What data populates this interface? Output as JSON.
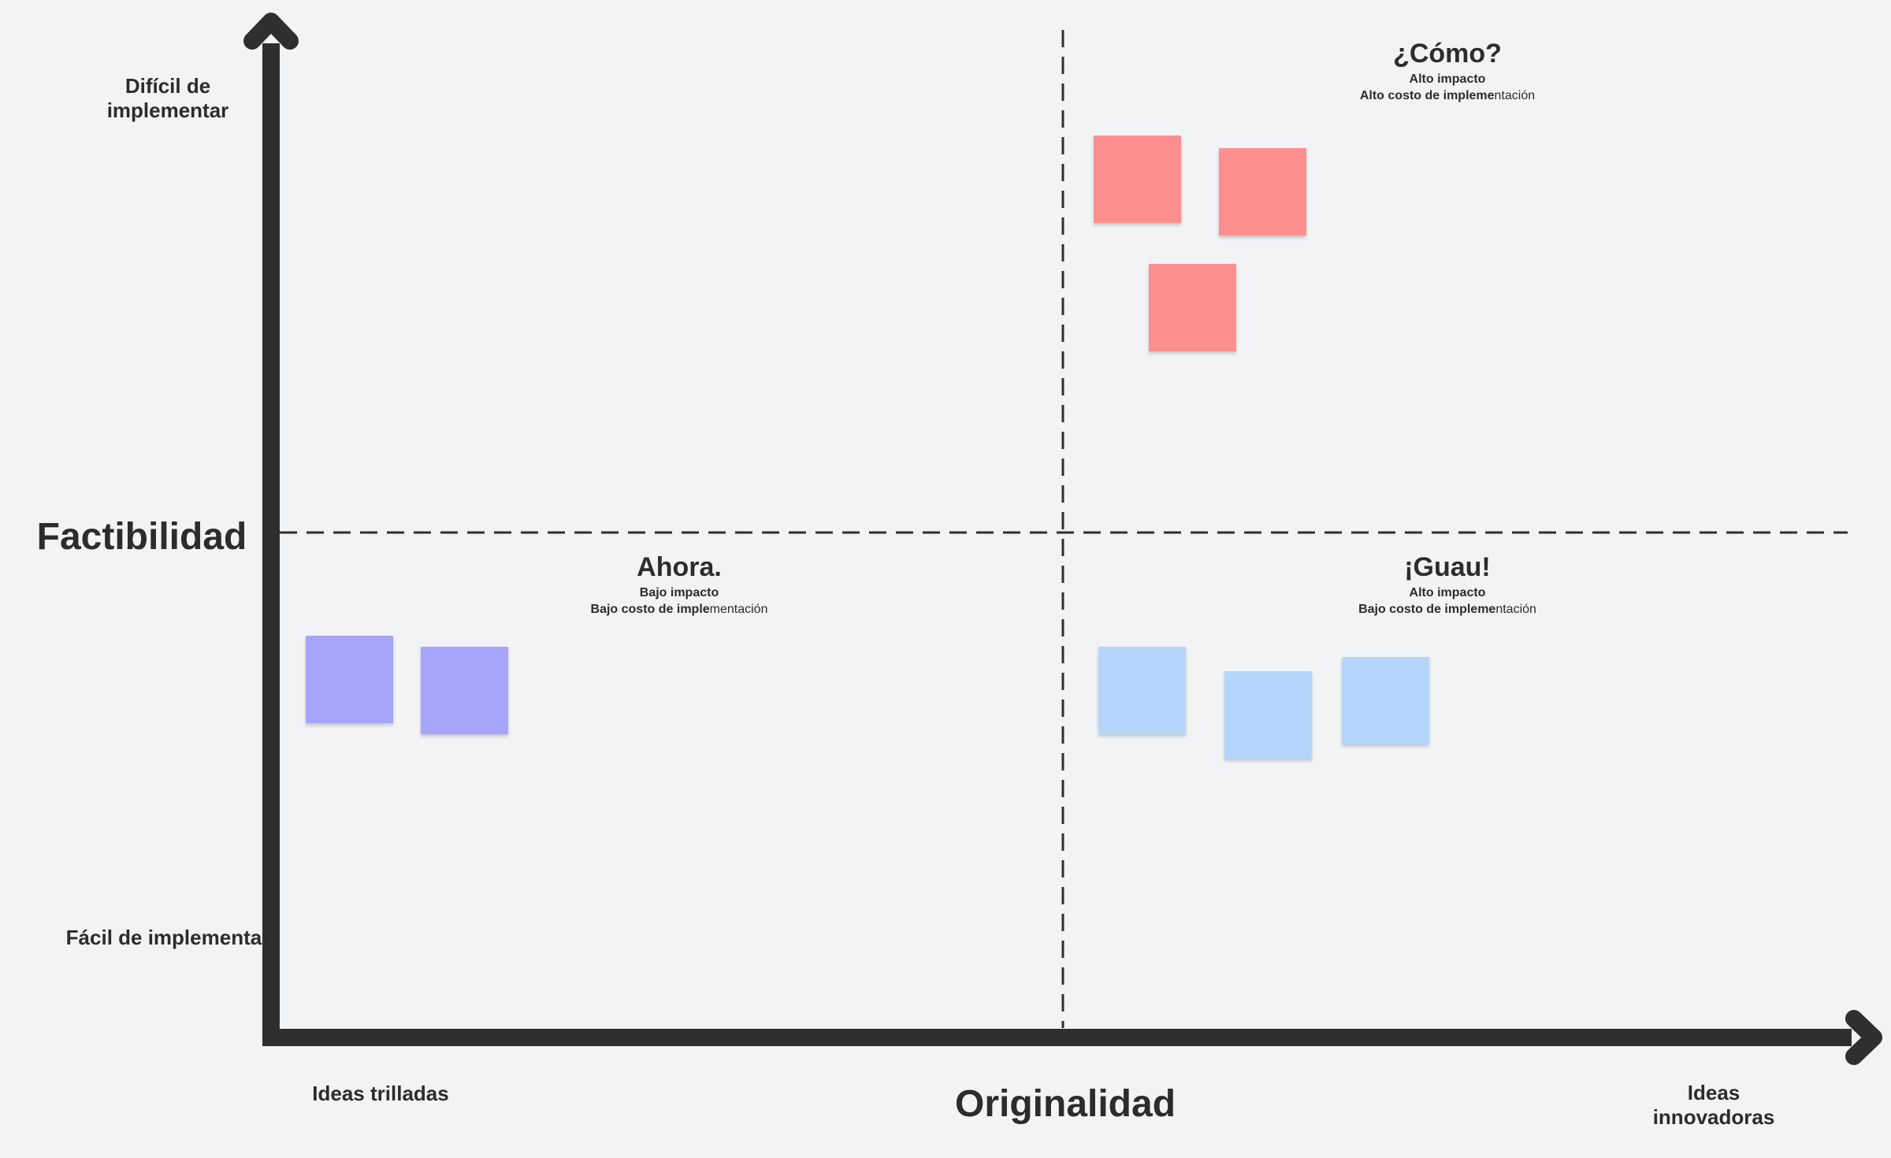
{
  "colors": {
    "background": "#f2f3f5",
    "axis": "#2f2f2f",
    "divider": "#2f2f2f",
    "note_red": "#ff8f8f",
    "note_purple": "#a6a5fb",
    "note_blue": "#b5d6fc"
  },
  "axes": {
    "y": {
      "title": "Factibilidad",
      "top_label": "Difícil de implementar",
      "bottom_label": "Fácil de implementar"
    },
    "x": {
      "title": "Originalidad",
      "left_label": "Ideas trilladas",
      "right_label": "Ideas innovadoras"
    }
  },
  "quadrants": {
    "como": {
      "title": "¿Cómo?",
      "line1": "Alto impacto",
      "line2_bold": "Alto costo de impleme",
      "line2_rest": "ntación"
    },
    "ahora": {
      "title": "Ahora.",
      "line1": "Bajo impacto",
      "line2_bold": "Bajo costo de imple",
      "line2_rest": "mentación"
    },
    "guau": {
      "title": "¡Guau!",
      "line1": "Alto impacto",
      "line2_bold": "Bajo costo de impleme",
      "line2_rest": "ntación"
    }
  },
  "sticky_notes": [
    {
      "group": "como",
      "color": "red"
    },
    {
      "group": "como",
      "color": "red"
    },
    {
      "group": "como",
      "color": "red"
    },
    {
      "group": "ahora",
      "color": "purple"
    },
    {
      "group": "ahora",
      "color": "purple"
    },
    {
      "group": "guau",
      "color": "blue"
    },
    {
      "group": "guau",
      "color": "blue"
    },
    {
      "group": "guau",
      "color": "blue"
    }
  ]
}
